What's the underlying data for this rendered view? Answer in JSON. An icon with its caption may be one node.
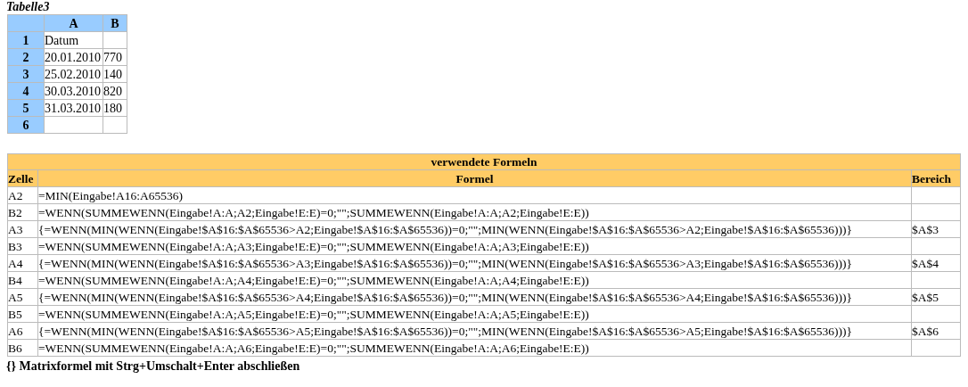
{
  "diagram": {
    "title": "Tabelle3",
    "labels": [
      "A",
      "B",
      "1",
      "Datum",
      "2",
      "20.01.2010",
      "770",
      "3",
      "25.02.2010",
      "140",
      "4",
      "30.03.2010",
      "820",
      "5",
      "31.03.2010",
      "180",
      "6",
      "verwendete Formeln",
      "Zelle",
      "Formel",
      "Bereich",
      "A2",
      "=MIN(Eingabe!A16:A65536)",
      "B2",
      "=WENN(SUMMEWENN(Eingabe!A:A;A2;Eingabe!E:E)=0;\"\";SUMMEWENN(Eingabe!A:A;A2;Eingabe!E:E))",
      "A3",
      "{=WENN(MIN(WENN(Eingabe!$A$16:$A$65536>A2;Eingabe!$A$16:$A$65536))=0;\"\";MIN(WENN(Eingabe!$A$16:$A$65536>A2;Eingabe!$A$16:$A$65536)))}",
      "$A$3",
      "B3",
      "=WENN(SUMMEWENN(Eingabe!A:A;A3;Eingabe!E:E)=0;\"\";SUMMEWENN(Eingabe!A:A;A3;Eingabe!E:E))",
      "A4",
      "{=WENN(MIN(WENN(Eingabe!$A$16:$A$65536>A3;Eingabe!$A$16:$A$65536))=0;\"\";MIN(WENN(Eingabe!$A$16:$A$65536>A3;Eingabe!$A$16:$A$65536)))}",
      "$A$4",
      "B4",
      "=WENN(SUMMEWENN(Eingabe!A:A;A4;Eingabe!E:E)=0;\"\";SUMMEWENN(Eingabe!A:A;A4;Eingabe!E:E))",
      "A5",
      "{=WENN(MIN(WENN(Eingabe!$A$16:$A$65536>A4;Eingabe!$A$16:$A$65536))=0;\"\";MIN(WENN(Eingabe!$A$16:$A$65536>A4;Eingabe!$A$16:$A$65536)))}",
      "$A$5",
      "B5",
      "=WENN(SUMMEWENN(Eingabe!A:A;A5;Eingabe!E:E)=0;\"\";SUMMEWENN(Eingabe!A:A;A5;Eingabe!E:E))",
      "A6",
      "{=WENN(MIN(WENN(Eingabe!$A$16:$A$65536>A5;Eingabe!$A$16:$A$65536))=0;\"\";MIN(WENN(Eingabe!$A$16:$A$65536>A5;Eingabe!$A$16:$A$65536)))}",
      "$A$6",
      "B6",
      "=WENN(SUMMEWENN(Eingabe!A:A;A6;Eingabe!E:E)=0;\"\";SUMMEWENN(Eingabe!A:A;A6;Eingabe!E:E))",
      "{} Matrixformel mit Strg+Umschalt+Enter abschließen"
    ]
  }
}
